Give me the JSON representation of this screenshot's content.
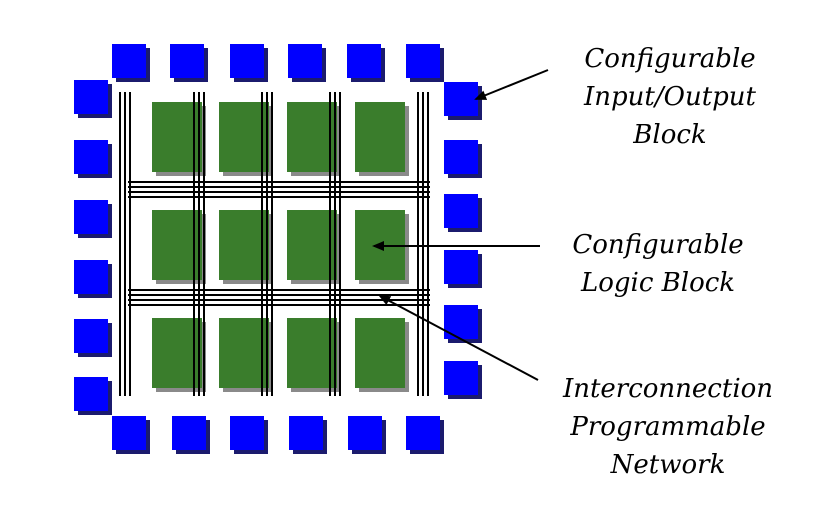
{
  "labels": {
    "io_block": [
      "Configurable",
      "Input/Output",
      "Block"
    ],
    "logic_block": [
      "Configurable",
      "Logic Block"
    ],
    "network": [
      "Interconnection",
      "Programmable",
      "Network"
    ]
  },
  "colors": {
    "io_block": "#0000ff",
    "io_shadow": "#1b1b6e",
    "logic_block": "#3a7d2c",
    "logic_shadow": "#8a8a8a",
    "wire": "#000000",
    "background": "#ffffff"
  }
}
